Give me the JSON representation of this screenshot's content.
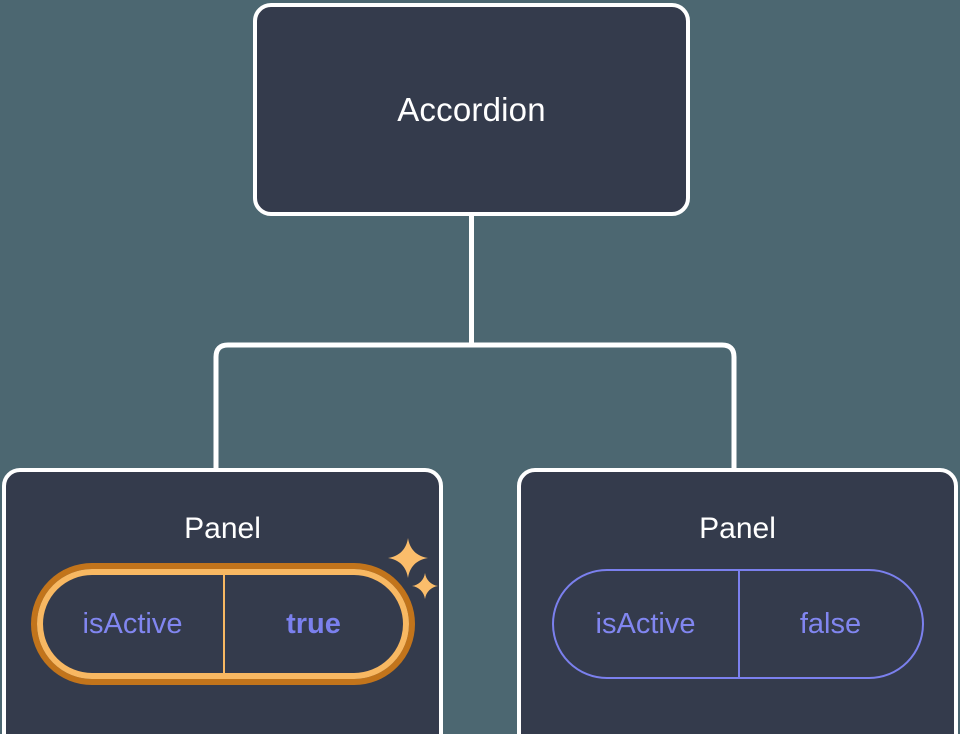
{
  "theme": {
    "background": "#4c6771",
    "node_fill": "#343b4c",
    "node_border": "#ffffff",
    "title_color": "#ffffff",
    "prop_purple": "#8186f0",
    "prop_purple_strong": "#7b80ee",
    "highlight_amber": "#f8b862",
    "highlight_amber_dark": "#c2741b",
    "sparkle_color": "#fbbd6b"
  },
  "tree": {
    "root": {
      "title": "Accordion"
    },
    "children": [
      {
        "title": "Panel",
        "highlighted": true,
        "prop": {
          "name": "isActive",
          "value": "true"
        },
        "sparkles": [
          {
            "name": "sparkle-large-icon",
            "glyph": "✦"
          },
          {
            "name": "sparkle-small-icon",
            "glyph": "✦"
          }
        ]
      },
      {
        "title": "Panel",
        "highlighted": false,
        "prop": {
          "name": "isActive",
          "value": "false"
        }
      }
    ]
  }
}
